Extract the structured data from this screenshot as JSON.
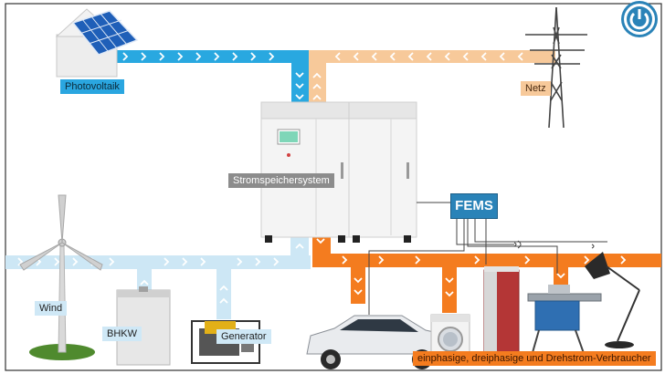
{
  "labels": {
    "photovoltaik": "Photovoltaik",
    "netz": "Netz",
    "stromspeichersystem": "Stromspeichersystem",
    "fems": "FEMS",
    "wind": "Wind",
    "bhkw": "BHKW",
    "generator": "Generator",
    "verbraucher": "einphasige, dreiphasige und Drehstrom-Verbraucher"
  },
  "colors": {
    "solar_flow": "#29a8e0",
    "grid_flow": "#f7c99a",
    "generation_flow": "#cde7f5",
    "consumer_flow": "#f47c1f",
    "fems_box": "#2a83b8",
    "storage_label": "#8c8c8c"
  },
  "icons": [
    "power-icon",
    "solar-house-icon",
    "power-pylon-icon",
    "battery-cabinet-icon",
    "wind-turbine-icon",
    "chp-unit-icon",
    "generator-icon",
    "electric-car-icon",
    "washing-machine-icon",
    "heat-pump-icon",
    "table-saw-icon",
    "desk-lamp-icon"
  ]
}
